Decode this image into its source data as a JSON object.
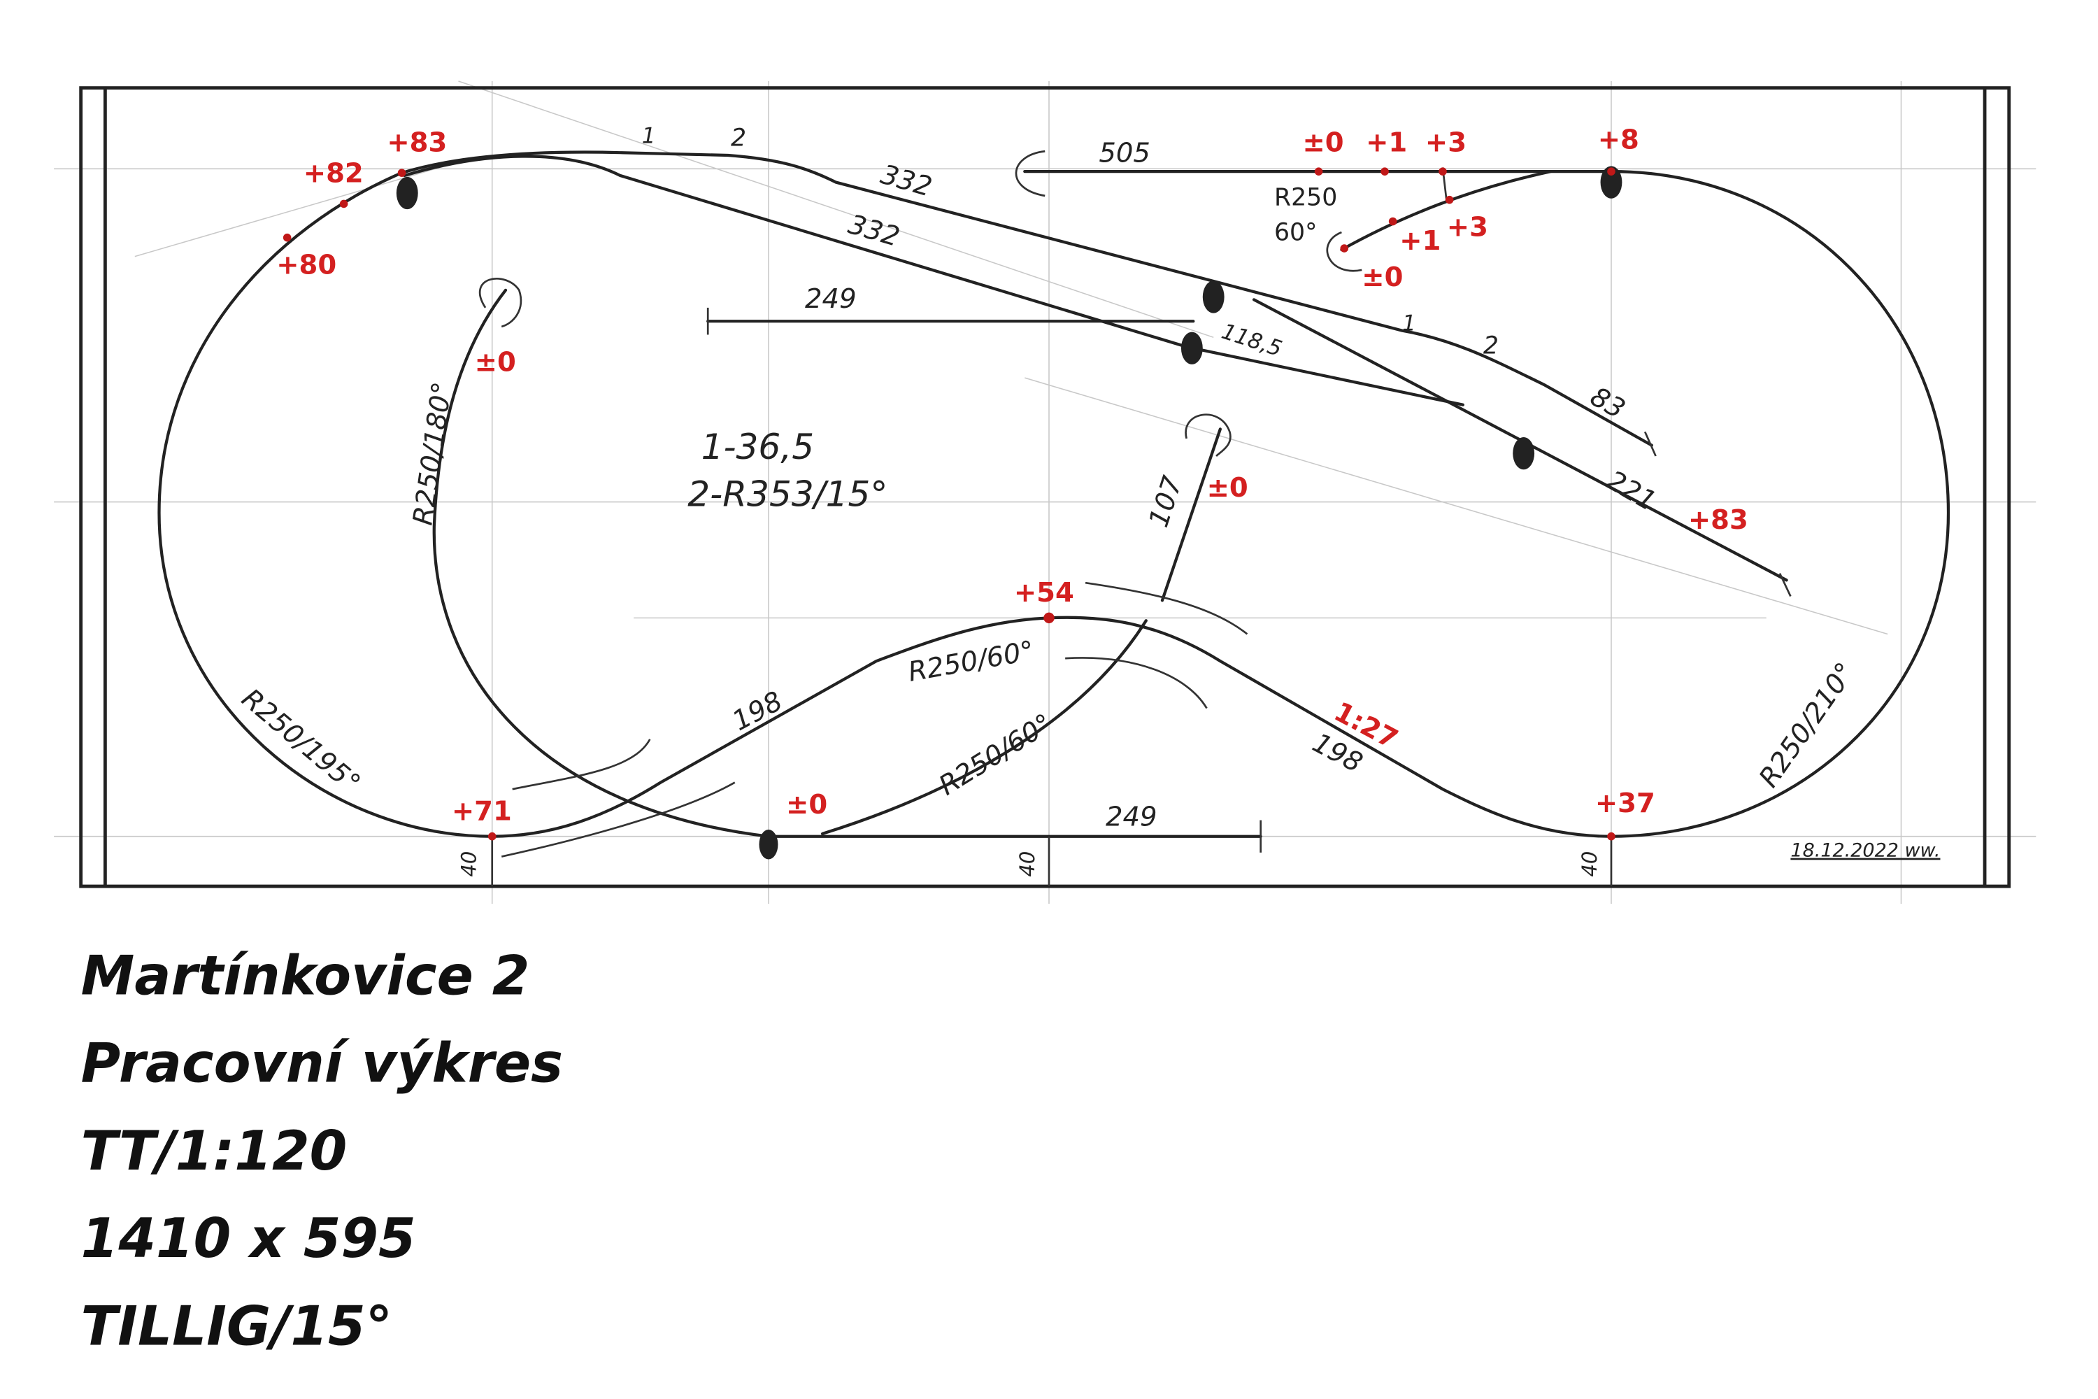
{
  "title_block": {
    "lines": [
      "Martínkovice 2",
      "Pracovní výkres",
      "TT/1:120",
      "1410 x 595",
      "TILLIG/15°"
    ]
  },
  "drawing": {
    "dimensions": {
      "d332_upper": "332",
      "d332_lower": "332",
      "d505": "505",
      "d249_top": "249",
      "d249_bottom": "249",
      "d118_5": "118,5",
      "d83": "83",
      "d221": "221",
      "d107": "107",
      "d198_left": "198",
      "d198_right": "198",
      "d1_top": "1",
      "d2_top": "2",
      "d1_mid": "1",
      "d2_mid": "2",
      "d40_a": "40",
      "d40_b": "40",
      "d40_c": "40"
    },
    "radii": {
      "r180": "R250/180°",
      "r195": "R250/195°",
      "r210": "R250/210°",
      "r60_upper": "R250/60°",
      "r60_lower": "R250/60°",
      "r250_small": "R250",
      "r250_small_angle": "60°"
    },
    "notes": {
      "legend_1": "1-36,5",
      "legend_2": "2-R353/15°",
      "date_signature": "18.12.2022 ww."
    },
    "heights": {
      "h83_left": "+83",
      "h82": "+82",
      "h80": "+80",
      "h0_hook": "±0",
      "h0_top": "±0",
      "h1_top": "+1",
      "h3_top": "+3",
      "h8": "+8",
      "h1_branch": "+1",
      "h3_branch": "+3",
      "h0_branch": "±0",
      "h0_107": "±0",
      "h83_right": "+83",
      "h54": "+54",
      "h71": "+71",
      "h0_bottom": "±0",
      "h37": "+37",
      "gradient": "1:27"
    },
    "colors": {
      "track": "#222222",
      "height_marks": "#d42020"
    }
  }
}
